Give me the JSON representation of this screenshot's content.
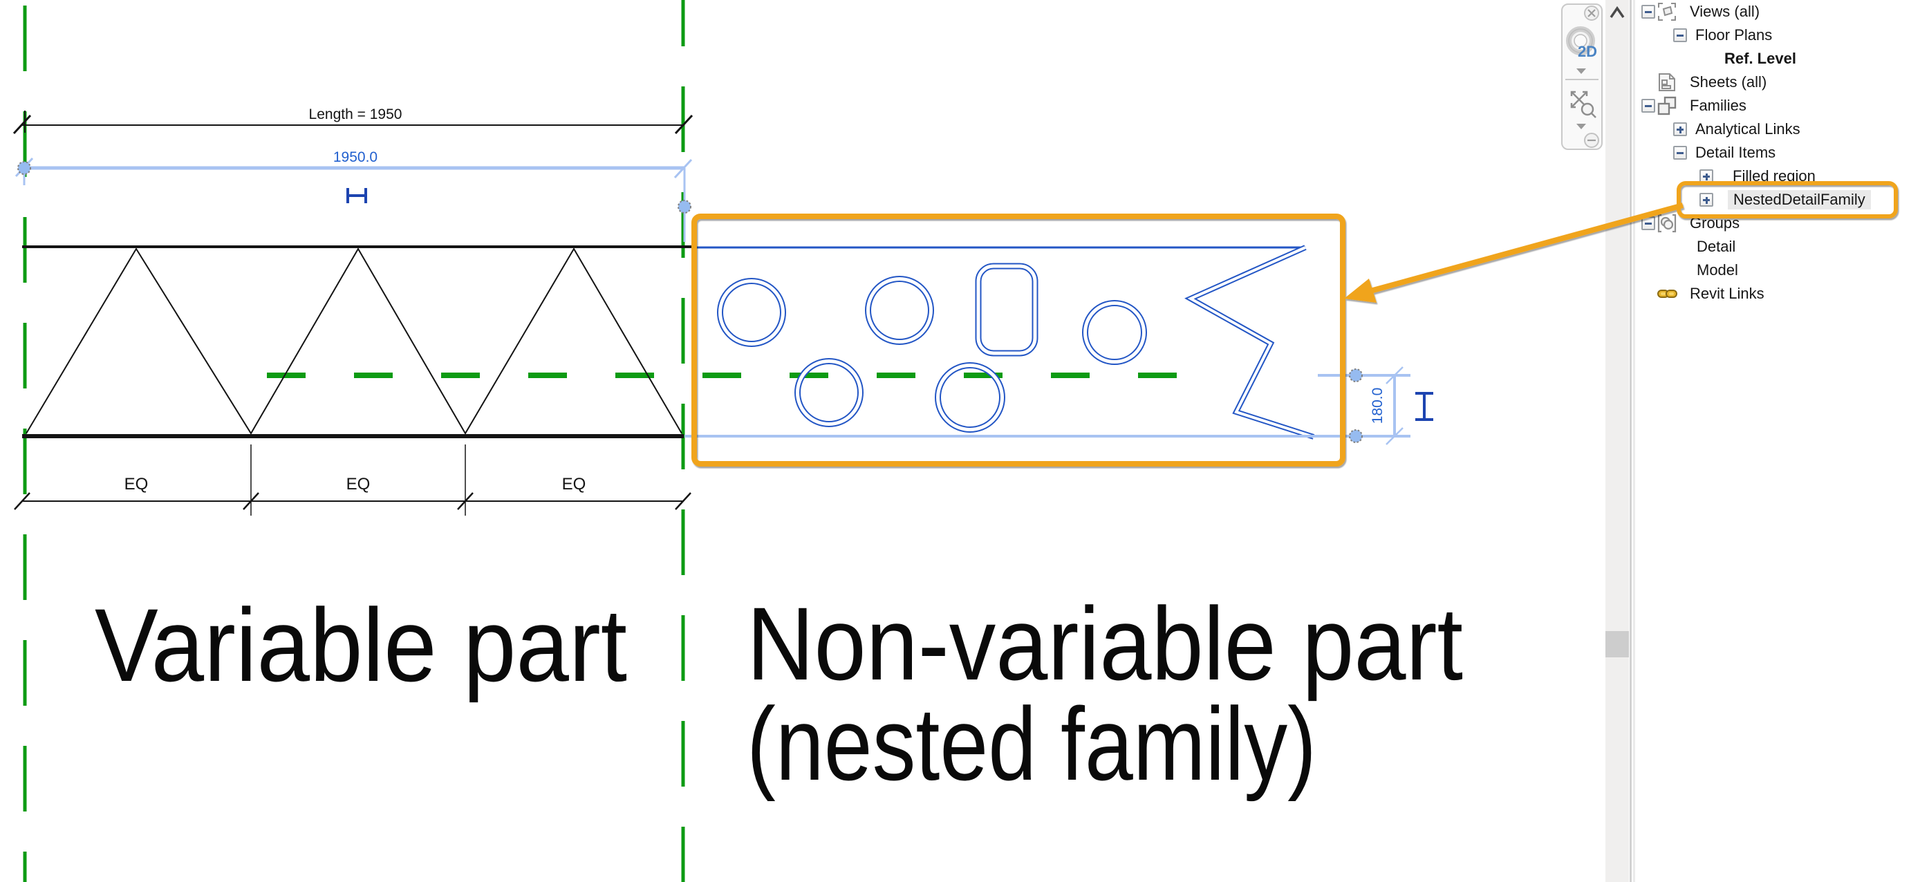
{
  "colors": {
    "reference_green": "#0d9b13",
    "element_blue": "#2356c5",
    "selection_blue": "#a8c3f2",
    "dim_text_blue": "#2160cf",
    "dim_icon_blue": "#1d44b0",
    "highlight_orange": "#f0a41c",
    "line_black": "#141414"
  },
  "drawing": {
    "length_label": "Length = 1950",
    "length_value": "1950.0",
    "height_value": "180.0",
    "eq_labels": [
      "EQ",
      "EQ",
      "EQ"
    ],
    "caption_left": "Variable part",
    "caption_right_line1": "Non-variable part",
    "caption_right_line2": "(nested family)"
  },
  "navbar": {
    "wheel_label": "2D"
  },
  "project_browser": {
    "items": [
      {
        "label": "Views (all)",
        "level": 0,
        "expander": "minus",
        "icon": "views"
      },
      {
        "label": "Floor Plans",
        "level": 1,
        "expander": "minus"
      },
      {
        "label": "Ref. Level",
        "level": 2,
        "bold": true
      },
      {
        "label": "Sheets (all)",
        "level": 0,
        "icon": "sheets"
      },
      {
        "label": "Families",
        "level": 0,
        "expander": "minus",
        "icon": "families"
      },
      {
        "label": "Analytical Links",
        "level": 1,
        "expander": "plus"
      },
      {
        "label": "Detail Items",
        "level": 1,
        "expander": "minus"
      },
      {
        "label": "Filled region",
        "level": 2,
        "expander": "plus"
      },
      {
        "label": "NestedDetailFamily",
        "level": 2,
        "expander": "plus",
        "selected": true,
        "highlighted": true
      },
      {
        "label": "Groups",
        "level": 0,
        "expander": "minus",
        "icon": "groups"
      },
      {
        "label": "Detail",
        "level": 1
      },
      {
        "label": "Model",
        "level": 1
      },
      {
        "label": "Revit Links",
        "level": 0,
        "icon": "revit-links"
      }
    ]
  }
}
